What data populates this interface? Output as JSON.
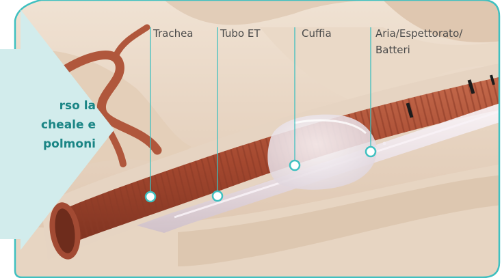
{
  "callout": {
    "lines": [
      "rso la",
      "cheale e",
      "polmoni"
    ]
  },
  "labels": {
    "trachea": "Trachea",
    "tube": "Tubo ET",
    "cuff": "Cuffia",
    "air_line1": "Aria/Espettorato/",
    "air_line2": "Batteri"
  },
  "colors": {
    "frame": "#3fc0c0",
    "callout_bg": "#d2ecec",
    "callout_text": "#1a8585",
    "leader_line": "#3fc0c0",
    "marker_fill": "#ffffff",
    "tissue": "#b4593e",
    "tube": "#ece4ea",
    "background_tissue": "#e9d8c6"
  }
}
